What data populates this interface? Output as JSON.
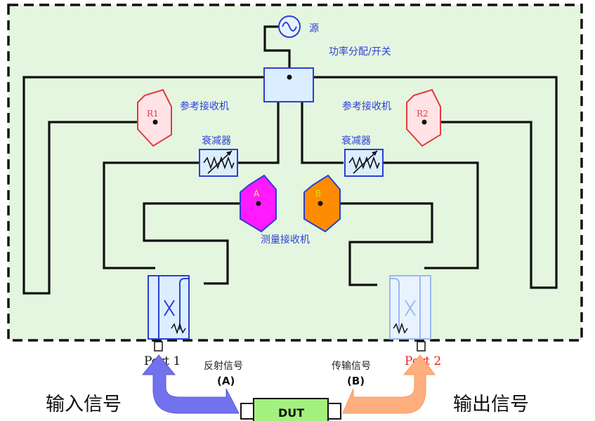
{
  "diagram": {
    "source_label": "源",
    "power_split_label": "功率分配/开关",
    "ref_receiver_left_label": "参考接收机",
    "ref_receiver_right_label": "参考接收机",
    "r1_label": "R1",
    "r2_label": "R2",
    "attenuator_left_label": "衰减器",
    "attenuator_right_label": "衰减器",
    "receiver_a_label": "A",
    "receiver_b_label": "B",
    "meas_receiver_label": "测量接收机",
    "port1_label": "Port 1",
    "port2_label": "Port 2",
    "reflect_label": "反射信号",
    "reflect_sub": "(A)",
    "transmit_label": "传输信号",
    "transmit_sub": "(B)",
    "input_signal_label": "输入信号",
    "output_signal_label": "输出信号",
    "dut_label": "DUT"
  },
  "colors": {
    "panel_bg": "#e4f6df",
    "wire": "#111111",
    "ref_receiver_fill": "#ffe3e6",
    "ref_receiver_stroke": "#e03c3c",
    "receiver_a_fill": "#ff1aff",
    "receiver_b_fill": "#ff8c00",
    "coupler_stroke": "#2a3fd0",
    "input_arrow": "#7272ee",
    "output_arrow": "#ffae7d",
    "dut_fill": "#a4f07e",
    "port2_text": "#e0281e"
  }
}
